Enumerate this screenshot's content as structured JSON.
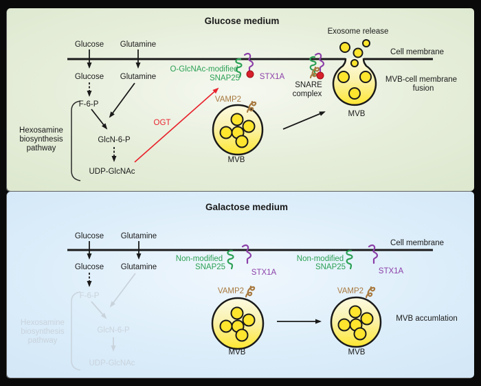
{
  "glucose_panel": {
    "title": "Glucose medium",
    "glucose_above": "Glucose",
    "glutamine_above": "Glutamine",
    "cell_membrane": "Cell membrane",
    "glucose_below": "Glucose",
    "glutamine_below": "Glutamine",
    "f6p": "F-6-P",
    "glcn6p": "GlcN-6-P",
    "udp_glcnac": "UDP-GlcNAc",
    "hbp_line1": "Hexosamine",
    "hbp_line2": "biosynthesis",
    "hbp_line3": "pathway",
    "ogt": "OGT",
    "snap25_line1": "O-GlcNAc-modified",
    "snap25_line2": "SNAP25",
    "stx1a": "STX1A",
    "vamp2": "VAMP2",
    "mvb": "MVB",
    "snare_line1": "SNARE",
    "snare_line2": "complex",
    "exosome_release": "Exosome release",
    "fusion_line1": "MVB-cell membrane",
    "fusion_line2": "fusion",
    "mvb_fused": "MVB"
  },
  "galactose_panel": {
    "title": "Galactose medium",
    "glucose_above": "Glucose",
    "glutamine_above": "Glutamine",
    "cell_membrane": "Cell membrane",
    "glucose_below": "Glucose",
    "glutamine_below": "Glutamine",
    "f6p": "F-6-P",
    "glcn6p": "GlcN-6-P",
    "udp_glcnac": "UDP-GlcNAc",
    "hbp_line1": "Hexosamine",
    "hbp_line2": "biosynthesis",
    "hbp_line3": "pathway",
    "snap25_left_line1": "Non-modified",
    "snap25_left_line2": "SNAP25",
    "stx1a_left": "STX1A",
    "snap25_right_line1": "Non-modified",
    "snap25_right_line2": "SNAP25",
    "stx1a_right": "STX1A",
    "vamp2_left": "VAMP2",
    "vamp2_right": "VAMP2",
    "mvb_left": "MVB",
    "mvb_right": "MVB",
    "mvb_accumulation": "MVB accumlation"
  },
  "colors": {
    "snap25_green": "#2aa054",
    "stx1a_purple": "#8b3fa8",
    "vamp2_brown": "#a8793f",
    "ogt_red": "#e8232d",
    "oglcnac_dot_red": "#d6202b",
    "faded_gray": "#c9d3dc",
    "mvb_yellow": "#ffe730",
    "panel_green": "#e6eeda",
    "panel_blue": "#ddeefa",
    "line_black": "#1a1a1a"
  }
}
